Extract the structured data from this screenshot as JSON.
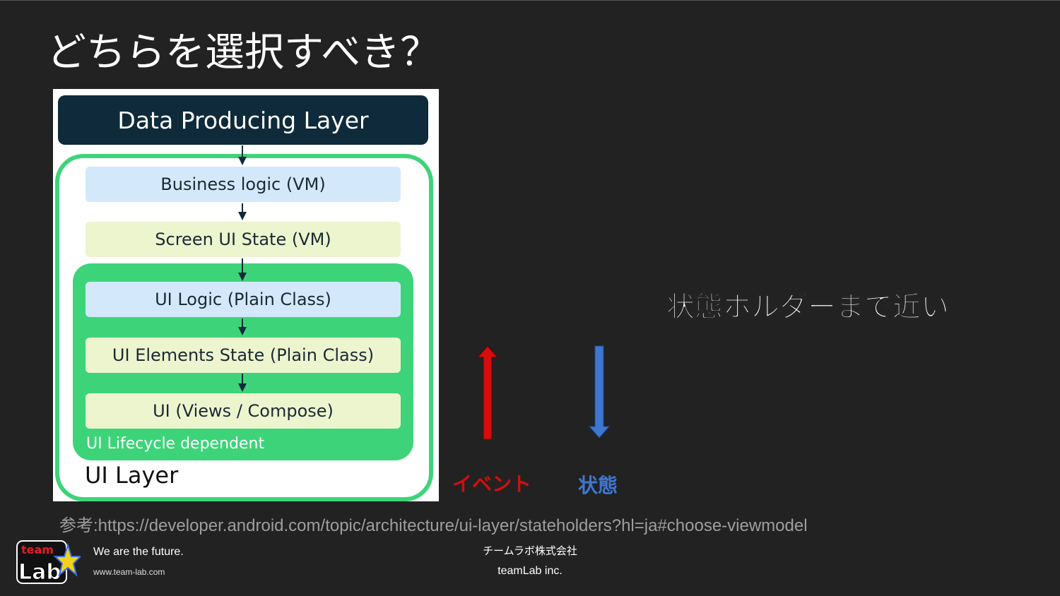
{
  "slide": {
    "title": "どちらを選択すべき？",
    "callout": "状態ホルダーまで近い",
    "reference": "参考:https://developer.android.com/topic/architecture/ui-layer/stateholders?hl=ja#choose-viewmodel"
  },
  "diagram": {
    "data_layer": "Data Producing Layer",
    "boxes": [
      {
        "label": "Business logic (VM)",
        "color": "#d3e9fb"
      },
      {
        "label": "Screen UI State (VM)",
        "color": "#edf5cf"
      },
      {
        "label": "UI Logic (Plain Class)",
        "color": "#d3e9fb"
      },
      {
        "label": "UI Elements State (Plain Class)",
        "color": "#edf5cf"
      },
      {
        "label": "UI (Views / Compose)",
        "color": "#edf5cf"
      }
    ],
    "lifecycle_label": "UI Lifecycle dependent",
    "ui_layer_label": "UI Layer",
    "colors": {
      "frame": "#3dd479",
      "dark": "#0f2a3a"
    }
  },
  "flow": {
    "event_label": "イベント",
    "event_color": "#d40d0d",
    "state_label": "状態",
    "state_color": "#3d77d1"
  },
  "footer": {
    "logo_team": "team",
    "logo_lab": "Lab",
    "tagline": "We are the future.",
    "website": "www.team-lab.com",
    "company_ja": "チームラボ株式会社",
    "company_en": "teamLab inc."
  }
}
